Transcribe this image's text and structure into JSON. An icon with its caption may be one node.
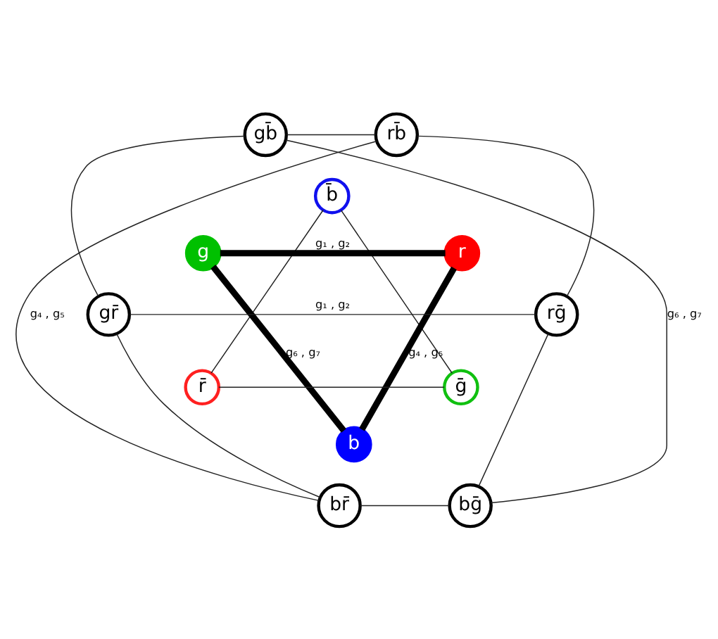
{
  "diagram": {
    "nodes": [
      {
        "text": [
          "gb̄"
        ]
      },
      {
        "text": [
          "rb̄"
        ]
      },
      {
        "text": [
          "b̄"
        ]
      },
      {
        "text": [
          "g"
        ]
      },
      {
        "text": [
          "r"
        ]
      },
      {
        "text": [
          "gr̄"
        ]
      },
      {
        "text": [
          "rḡ"
        ]
      },
      {
        "text": [
          "r̄"
        ]
      },
      {
        "text": [
          "ḡ"
        ]
      },
      {
        "text": [
          "b"
        ]
      },
      {
        "text": [
          "br̄"
        ]
      },
      {
        "text": [
          "bḡ"
        ]
      }
    ],
    "edges": [
      {
        "from": 0,
        "to": 1,
        "arrow": "none"
      },
      {
        "from": 1,
        "to": 6,
        "arrow": "none"
      },
      {
        "from": 6,
        "to": 11,
        "arrow": "none"
      },
      {
        "from": 10,
        "to": 11,
        "arrow": "none"
      },
      {
        "from": 5,
        "to": 10,
        "arrow": "none"
      },
      {
        "from": 0,
        "to": 5,
        "arrow": "none"
      },
      {
        "from": 5,
        "to": 6,
        "arrow": "none",
        "label": "g₁ , g₂"
      },
      {
        "from": 1,
        "to": 10,
        "arrow": "none",
        "label": "g₄ , g₅"
      },
      {
        "from": 0,
        "to": 11,
        "arrow": "none",
        "label": "g₆ , g₇"
      },
      {
        "from": 3,
        "to": 4,
        "arrow": "none",
        "label": "g₁ , g₂",
        "style": "thick"
      },
      {
        "from": 4,
        "to": 9,
        "arrow": "none",
        "label": "g₄ , g₅",
        "style": "thick"
      },
      {
        "from": 3,
        "to": 9,
        "arrow": "none",
        "label": "g₆ , g₇",
        "style": "thick"
      },
      {
        "from": 2,
        "to": 7,
        "arrow": "none"
      },
      {
        "from": 7,
        "to": 8,
        "arrow": "none"
      },
      {
        "from": 2,
        "to": 8,
        "arrow": "none"
      }
    ]
  }
}
